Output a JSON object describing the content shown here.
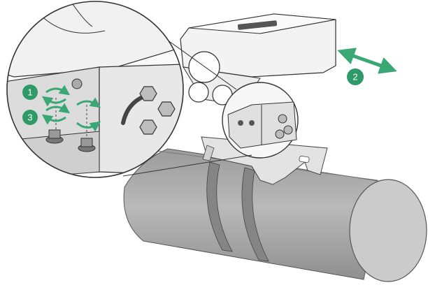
{
  "diagram": {
    "colors": {
      "step_badge": "#2e9a68",
      "arrow": "#3aa874",
      "outline": "#2b2b2b",
      "pipe_fill": "#b3b3b3",
      "pipe_end": "#cbcbcb",
      "strap": "#858585",
      "housing": "#f2f2f2",
      "bracket": "#d9d9d9"
    },
    "steps": [
      {
        "number": "1",
        "action": "loosen-screws"
      },
      {
        "number": "2",
        "action": "slide-camera"
      },
      {
        "number": "3",
        "action": "tighten-screws"
      }
    ]
  }
}
